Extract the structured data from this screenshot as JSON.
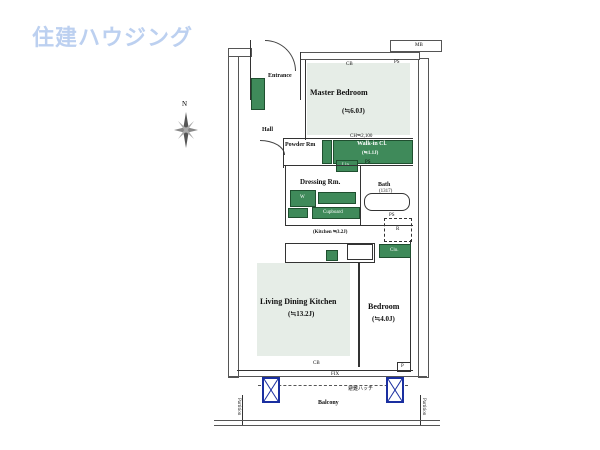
{
  "logo": {
    "text": "住建ハウジング",
    "color": "#bcd0f0"
  },
  "compass": {
    "north_label": "N"
  },
  "rooms": {
    "entrance": "Entrance",
    "master_bedroom": "Master Bedroom",
    "master_bedroom_size": "(≒6.0J)",
    "hall": "Hall",
    "powder_room": "Powder Rm",
    "walkin_closet": "Walk-in Cl.",
    "walkin_closet_size": "(≒1.1J)",
    "dressing_room": "Dressing Rm.",
    "bath": "Bath",
    "bath_size": "(1317)",
    "cupboard": "Cupboard",
    "kitchen": "(Kitchen ≒3.2J)",
    "ldk": "Living Dining Kitchen",
    "ldk_size": "(≒13.2J)",
    "bedroom": "Bedroom",
    "bedroom_size": "(≒4.0J)",
    "balcony": "Balcony"
  },
  "marks": {
    "mb": "MB",
    "cb_top": "CB",
    "ps_top": "PS",
    "cb_bottom": "CB",
    "fix": "FIX",
    "ps_bedroom": "P",
    "refrigerator": "R",
    "cl_bedroom": "Clo.",
    "cl_dressing": "Lin.",
    "ps_bath": "PS",
    "w": "W",
    "partition_left": "Partition",
    "partition_right": "Partition",
    "ch": "CH≒2,100",
    "escape": "避難ハッチ"
  }
}
